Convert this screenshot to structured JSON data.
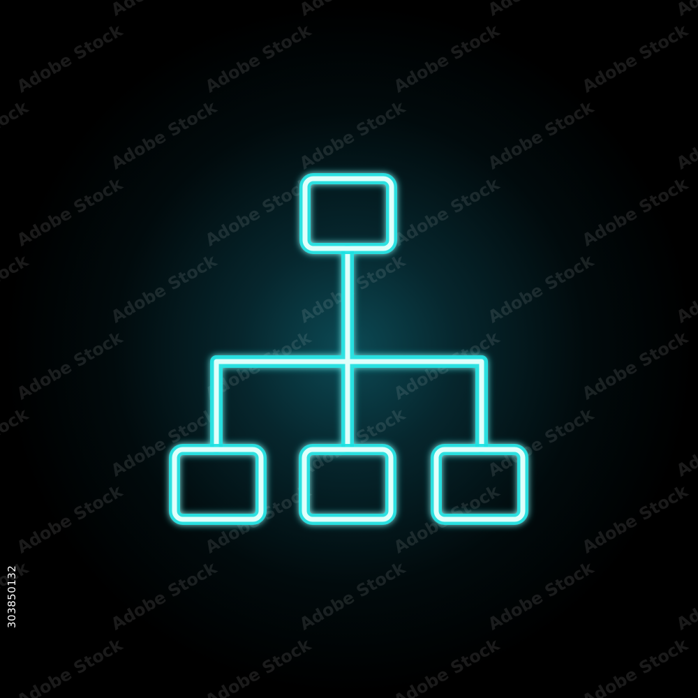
{
  "icon": {
    "name": "hierarchy-structure-icon",
    "glow_color": "#1fe3e3",
    "core_color": "#dffffb",
    "node_count": 4
  },
  "watermark": {
    "text": "Adobe Stock"
  },
  "stock_id": "303850132",
  "colors": {
    "background_center": "#0c4a55",
    "background_edge": "#000000"
  }
}
